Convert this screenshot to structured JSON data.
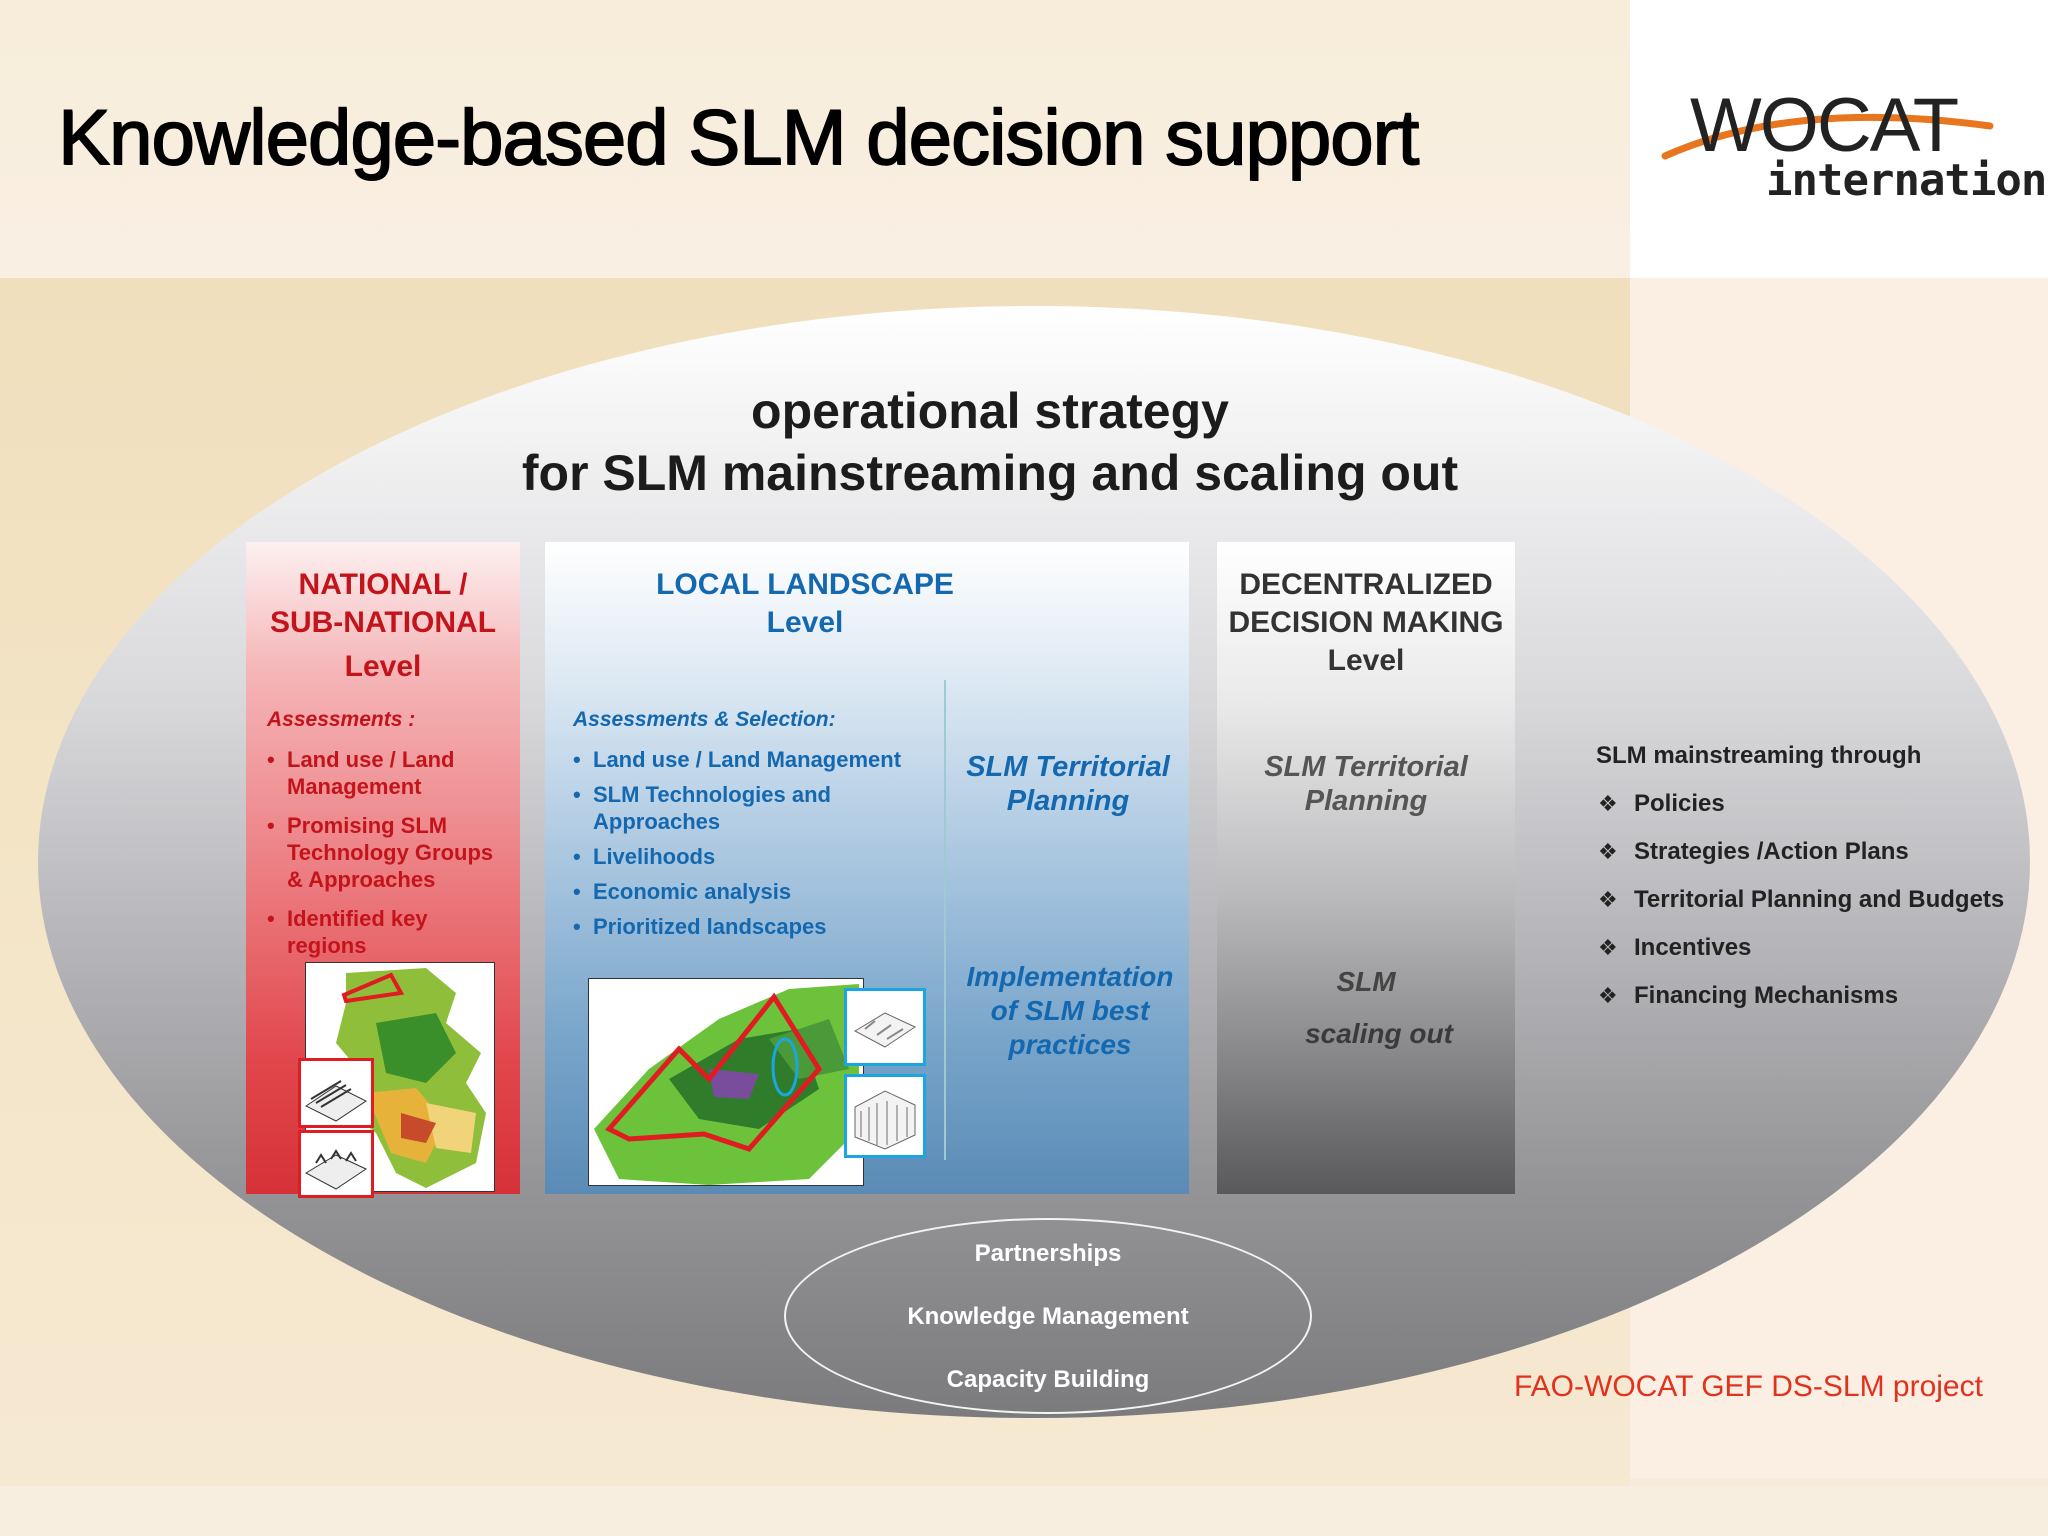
{
  "title": "Knowledge-based SLM decision support",
  "logo": {
    "brand": "WOCAT",
    "sub": "international"
  },
  "strategy": {
    "line1": "operational strategy",
    "line2": "for SLM mainstreaming and scaling out"
  },
  "national": {
    "heading_line1": "NATIONAL /",
    "heading_line2": "SUB-NATIONAL",
    "heading_line3": "Level",
    "assess_label": "Assessments :",
    "items": [
      "Land use / Land Management",
      "Promising SLM Technology Groups & Approaches",
      "Identified key regions"
    ]
  },
  "local": {
    "heading_line1": "LOCAL LANDSCAPE",
    "heading_line2": "Level",
    "assess_label": "Assessments & Selection:",
    "items": [
      "Land use / Land Management",
      "SLM Technologies and Approaches",
      "Livelihoods",
      "Economic analysis",
      "Prioritized landscapes"
    ],
    "planning": "SLM Territorial Planning",
    "implementation": "Implementation of SLM best practices"
  },
  "decentral": {
    "heading_line1": "DECENTRALIZED",
    "heading_line2": "DECISION MAKING",
    "heading_line3": "Level",
    "planning": "SLM Territorial Planning",
    "slm": "SLM",
    "scaling": "scaling out"
  },
  "mainstreaming": {
    "heading": "SLM mainstreaming through",
    "items": [
      "Policies",
      "Strategies /Action Plans",
      "Territorial Planning and Budgets",
      "Incentives",
      "Financing Mechanisms"
    ]
  },
  "core": {
    "item1": "Partnerships",
    "item2": "Knowledge Management",
    "item3": "Capacity Building"
  },
  "footer": "FAO-WOCAT GEF DS-SLM project",
  "colors": {
    "national": "#c4141b",
    "local": "#1468b0",
    "footer": "#e0321d",
    "logo_swoosh": "#e8761e"
  }
}
